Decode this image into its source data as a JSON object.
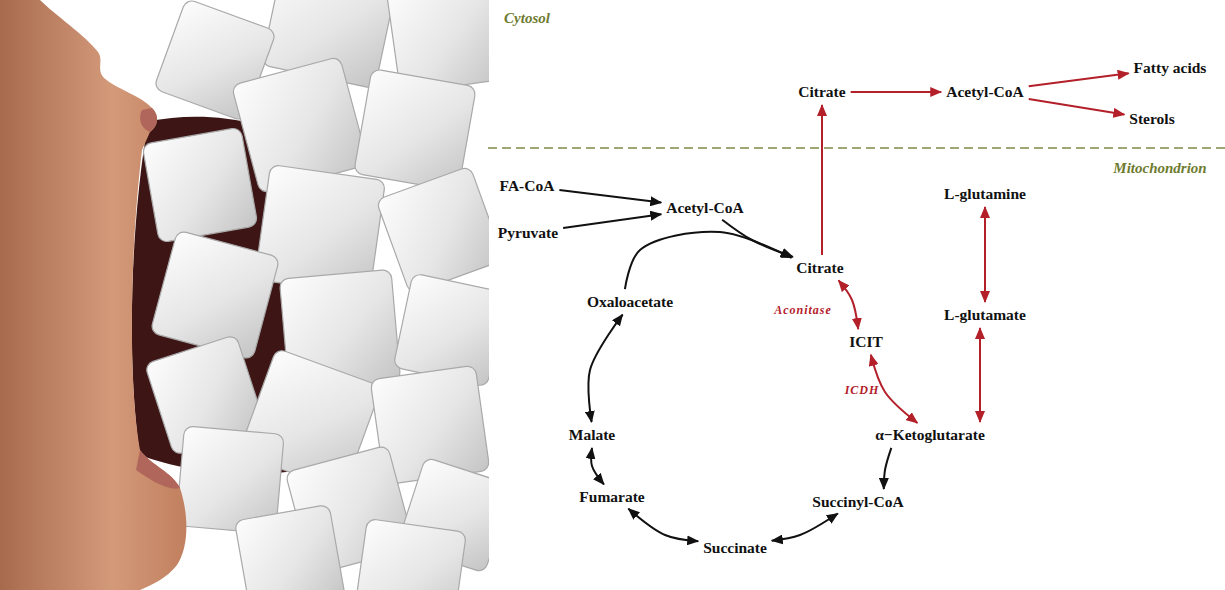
{
  "diagram": {
    "nodes": [
      {
        "text": [
          "Citrate"
        ]
      },
      {
        "text": [
          "Acetyl-CoA"
        ]
      },
      {
        "text": [
          "Fatty acids"
        ]
      },
      {
        "text": [
          "Sterols"
        ]
      },
      {
        "text": [
          "FA-CoA"
        ]
      },
      {
        "text": [
          "Acetyl-CoA"
        ]
      },
      {
        "text": [
          "L-glutamine"
        ]
      },
      {
        "text": [
          "Pyruvate"
        ]
      },
      {
        "text": [
          "Citrate"
        ]
      },
      {
        "text": [
          "Oxaloacetate"
        ]
      },
      {
        "text": [
          "L-glutamate"
        ]
      },
      {
        "text": [
          "ICIT"
        ]
      },
      {
        "text": [
          "Malate"
        ]
      },
      {
        "text": [
          "α−Ketoglutarate"
        ]
      },
      {
        "text": [
          "Fumarate"
        ]
      },
      {
        "text": [
          "Succinyl-CoA"
        ]
      },
      {
        "text": [
          "Succinate"
        ]
      }
    ],
    "edges": [
      {
        "from": 0,
        "to": 1,
        "arrow": "to"
      },
      {
        "from": 1,
        "to": 2,
        "arrow": "to"
      },
      {
        "from": 1,
        "to": 3,
        "arrow": "to"
      },
      {
        "from": 4,
        "to": 5,
        "arrow": "to"
      },
      {
        "from": 7,
        "to": 5,
        "arrow": "to"
      },
      {
        "from": 5,
        "to": 8,
        "arrow": "to"
      },
      {
        "from": 9,
        "to": 8,
        "arrow": "to"
      },
      {
        "from": 8,
        "to": 0,
        "arrow": "to"
      },
      {
        "from": 8,
        "to": 11,
        "label": "Aconitase",
        "arrow": "both"
      },
      {
        "from": 11,
        "to": 13,
        "label": "ICDH",
        "arrow": "both"
      },
      {
        "from": 6,
        "to": 10,
        "arrow": "both"
      },
      {
        "from": 10,
        "to": 13,
        "arrow": "both"
      },
      {
        "from": 13,
        "to": 15,
        "arrow": "to"
      },
      {
        "from": 15,
        "to": 16,
        "arrow": "both"
      },
      {
        "from": 16,
        "to": 14,
        "arrow": "both"
      },
      {
        "from": 14,
        "to": 12,
        "arrow": "both"
      },
      {
        "from": 12,
        "to": 9,
        "arrow": "both"
      }
    ],
    "labels": [
      "Cytosol",
      "Mitochondrion"
    ]
  }
}
